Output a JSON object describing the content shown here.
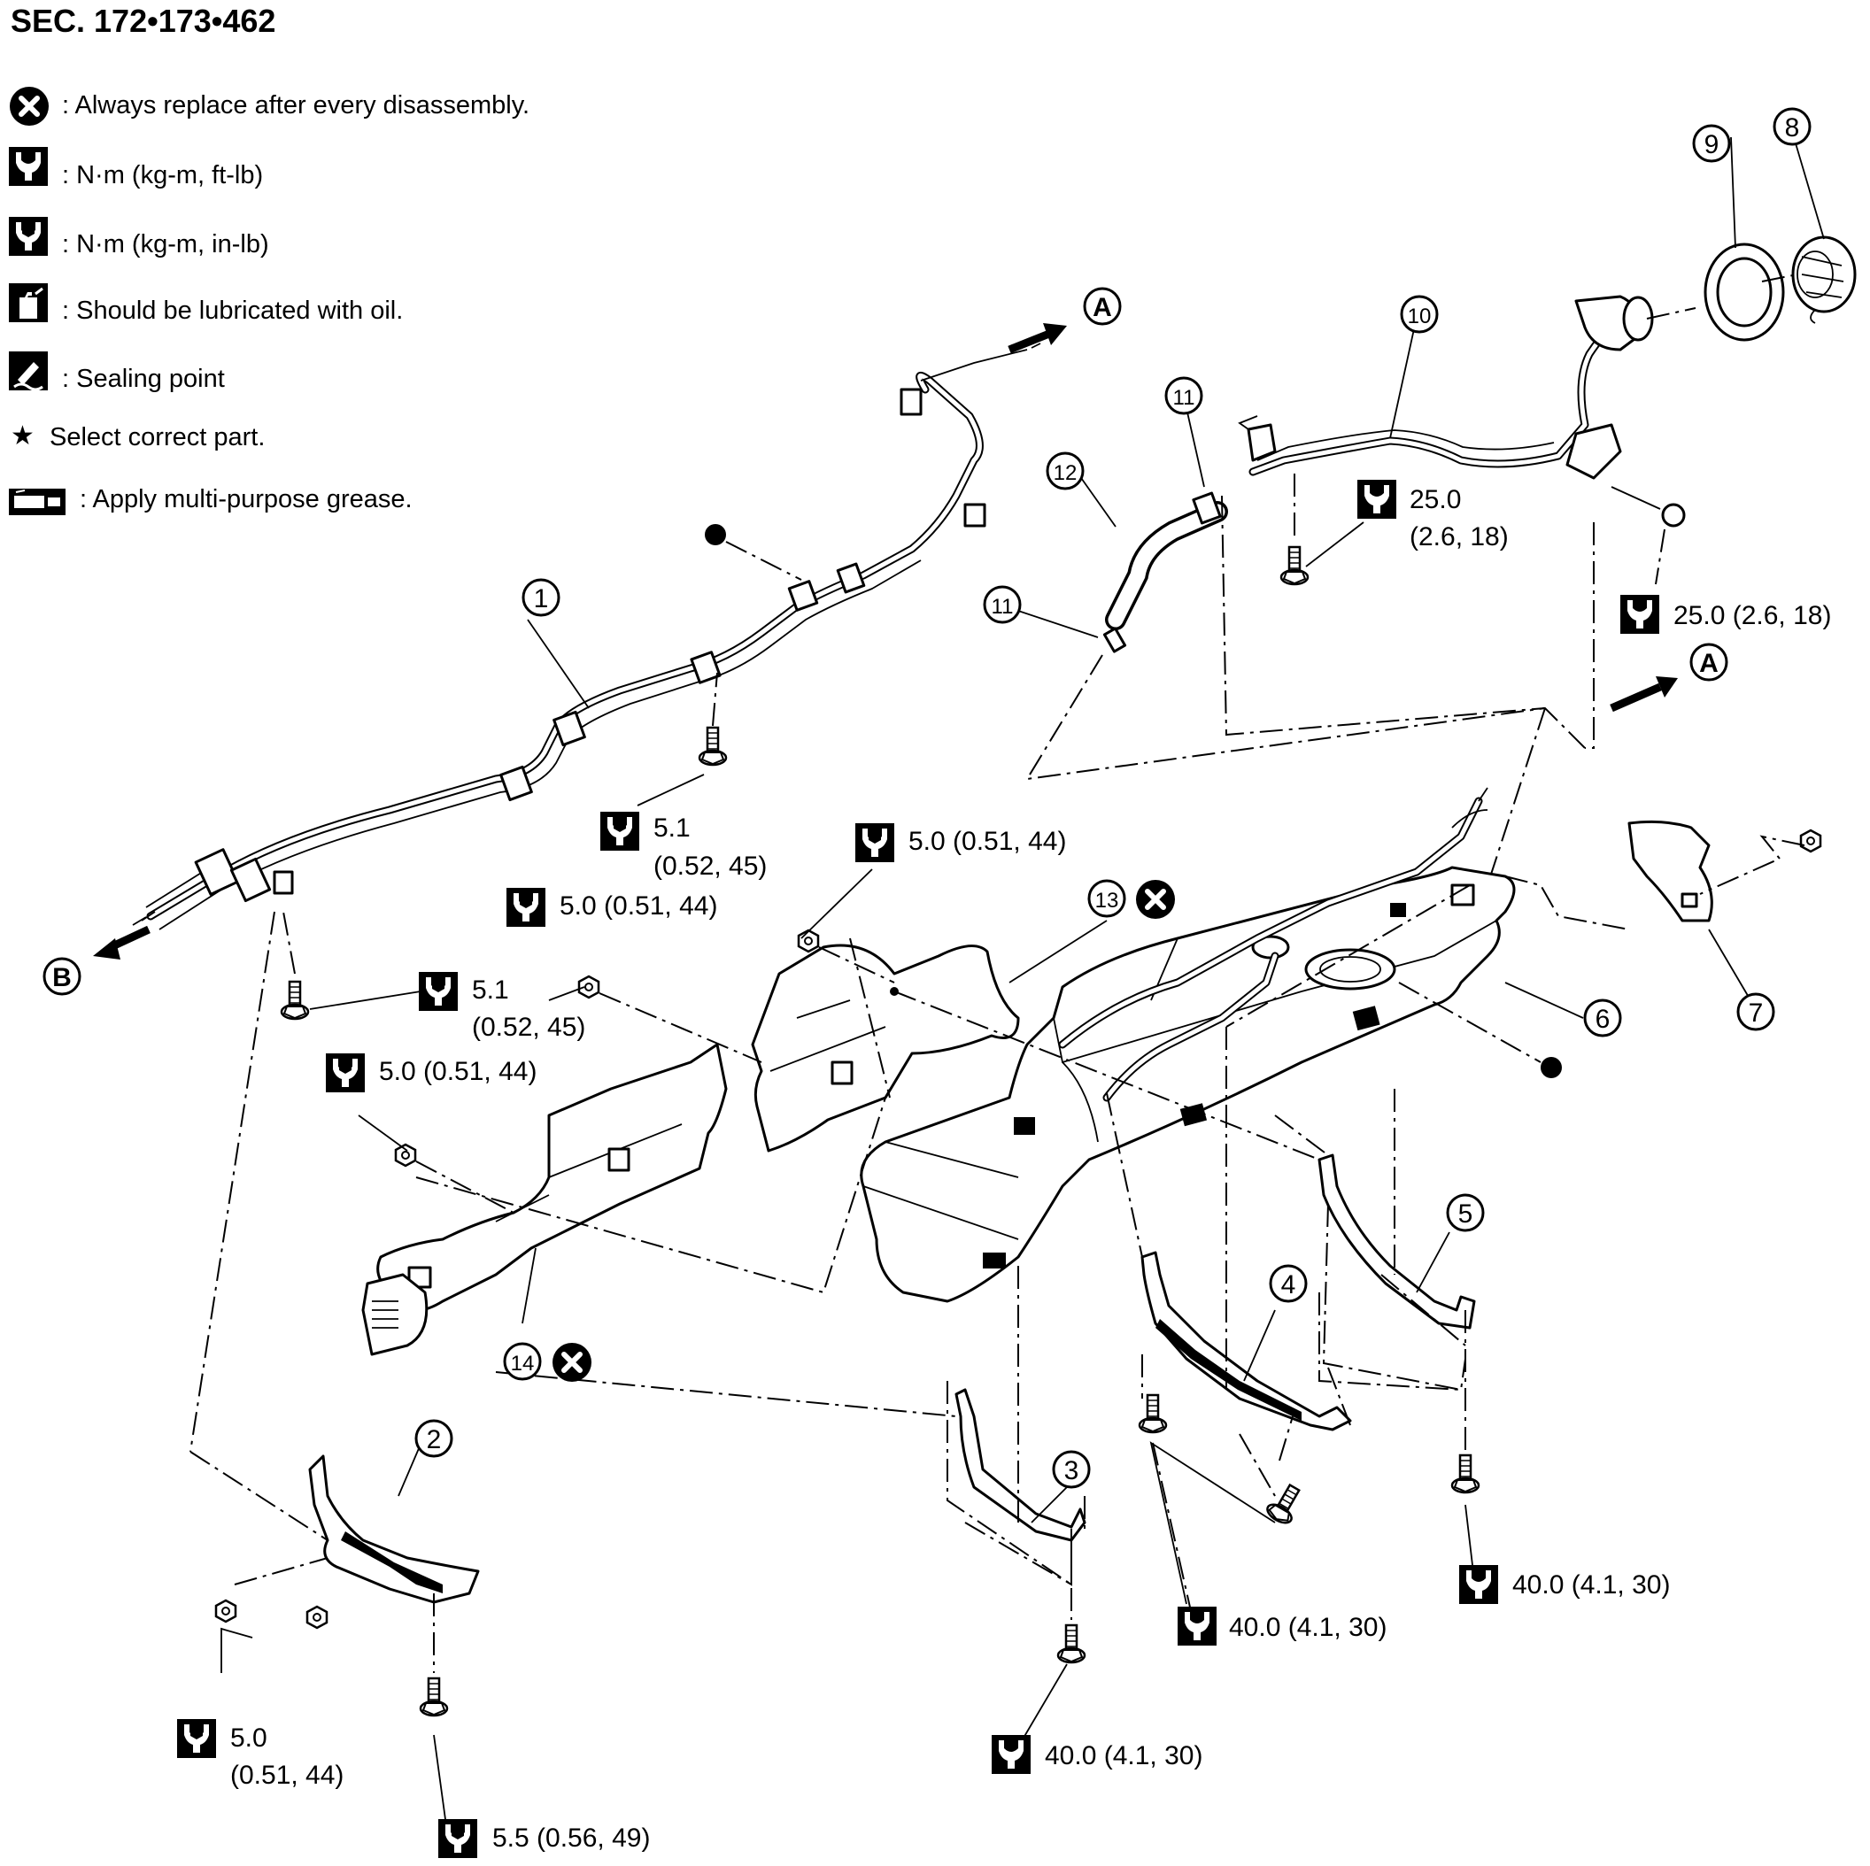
{
  "section_title": "SEC. 172•173•462",
  "legend": [
    {
      "icon": "replace-x-icon",
      "text": ": Always replace after every disassembly."
    },
    {
      "icon": "torque-wrench-icon",
      "text": ": N·m (kg-m, ft-lb)"
    },
    {
      "icon": "torque-wrench-small-icon",
      "text": ": N·m (kg-m, in-lb)"
    },
    {
      "icon": "oil-can-icon",
      "text": ": Should be lubricated with oil."
    },
    {
      "icon": "sealing-point-icon",
      "text": ": Sealing point"
    },
    {
      "icon": "star-icon",
      "text": "Select correct part."
    },
    {
      "icon": "grease-icon",
      "text": ": Apply multi-purpose grease."
    }
  ],
  "legend_star_glyph": "★",
  "arrows": {
    "a": "A",
    "b": "B"
  },
  "parts": [
    "1",
    "2",
    "3",
    "4",
    "5",
    "6",
    "7",
    "8",
    "9",
    "10",
    "11",
    "11",
    "12",
    "13",
    "14"
  ],
  "torques": {
    "t_5_1_upper": {
      "line1": "5.1",
      "line2": "(0.52, 45)"
    },
    "t_5_0_clip": "5.0 (0.51, 44)",
    "t_5_0_mid": "5.0 (0.51, 44)",
    "t_5_1_left": {
      "line1": "5.1",
      "line2": "(0.52, 45)"
    },
    "t_5_0_left": "5.0 (0.51, 44)",
    "t_25_filler": {
      "line1": "25.0",
      "line2": "(2.6, 18)"
    },
    "t_25_right": "25.0 (2.6, 18)",
    "t_40_3": "40.0 (4.1, 30)",
    "t_40_4": "40.0 (4.1, 30)",
    "t_40_5": "40.0 (4.1, 30)",
    "t_5_0_bracket": {
      "line1": "5.0",
      "line2": "(0.51, 44)"
    },
    "t_5_5": "5.5 (0.56, 49)"
  }
}
